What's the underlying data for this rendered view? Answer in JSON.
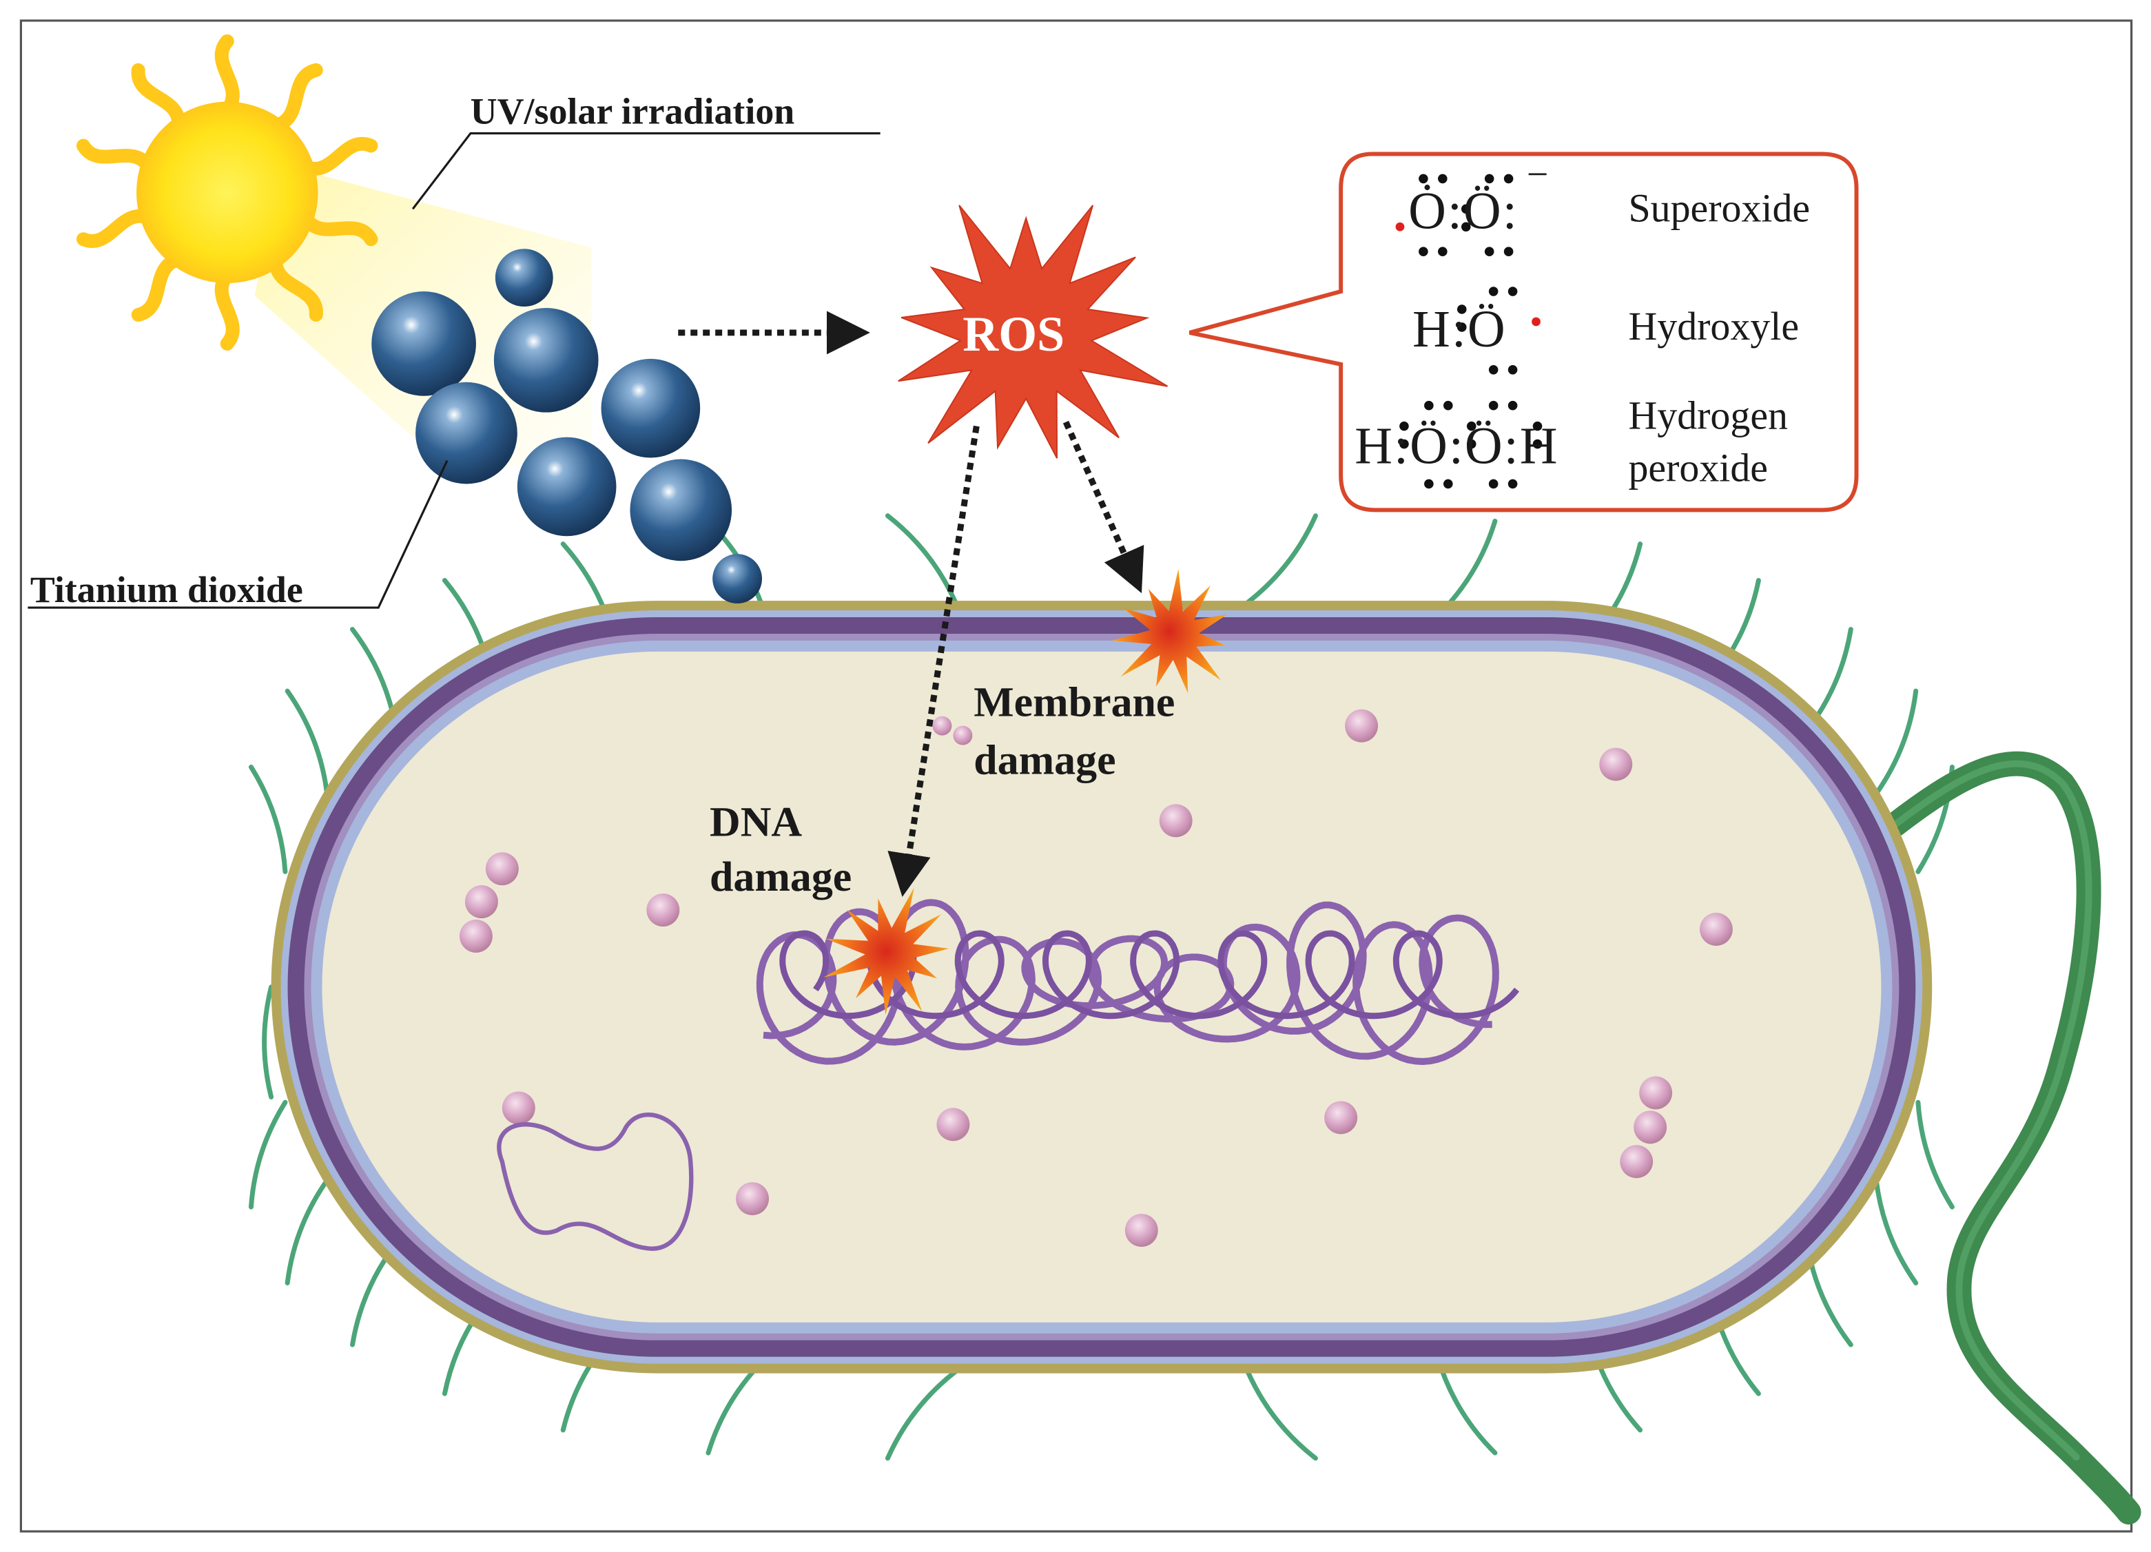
{
  "labels": {
    "uv": "UV/solar irradiation",
    "tio2": "Titanium dioxide",
    "ros": "ROS",
    "membrane_1": "Membrane",
    "membrane_2": "damage",
    "dna_1": "DNA",
    "dna_2": "damage"
  },
  "species": [
    {
      "formula": "Ȯ:Ö:",
      "charge": "−",
      "name": "Superoxide"
    },
    {
      "formula": "H:Ö",
      "charge": "",
      "name": "Hydroxyle"
    },
    {
      "formula": "H:Ö:Ö:H",
      "charge": "",
      "name_1": "Hydrogen",
      "name_2": "peroxide"
    }
  ],
  "colors": {
    "ros_burst": "#e2472c",
    "box_border": "#d9472b",
    "membrane_outer": "#b3a65a",
    "membrane_purple": "#6a4c86",
    "membrane_blue": "#a7b6dc",
    "cytoplasm": "#ede9d5",
    "dna": "#8a62ad",
    "granule": "#d7a3c4",
    "pili": "#4ba578",
    "flagellum": "#3e8a4f",
    "particle": "#2c5a8a",
    "sun": "#ffd21e"
  }
}
